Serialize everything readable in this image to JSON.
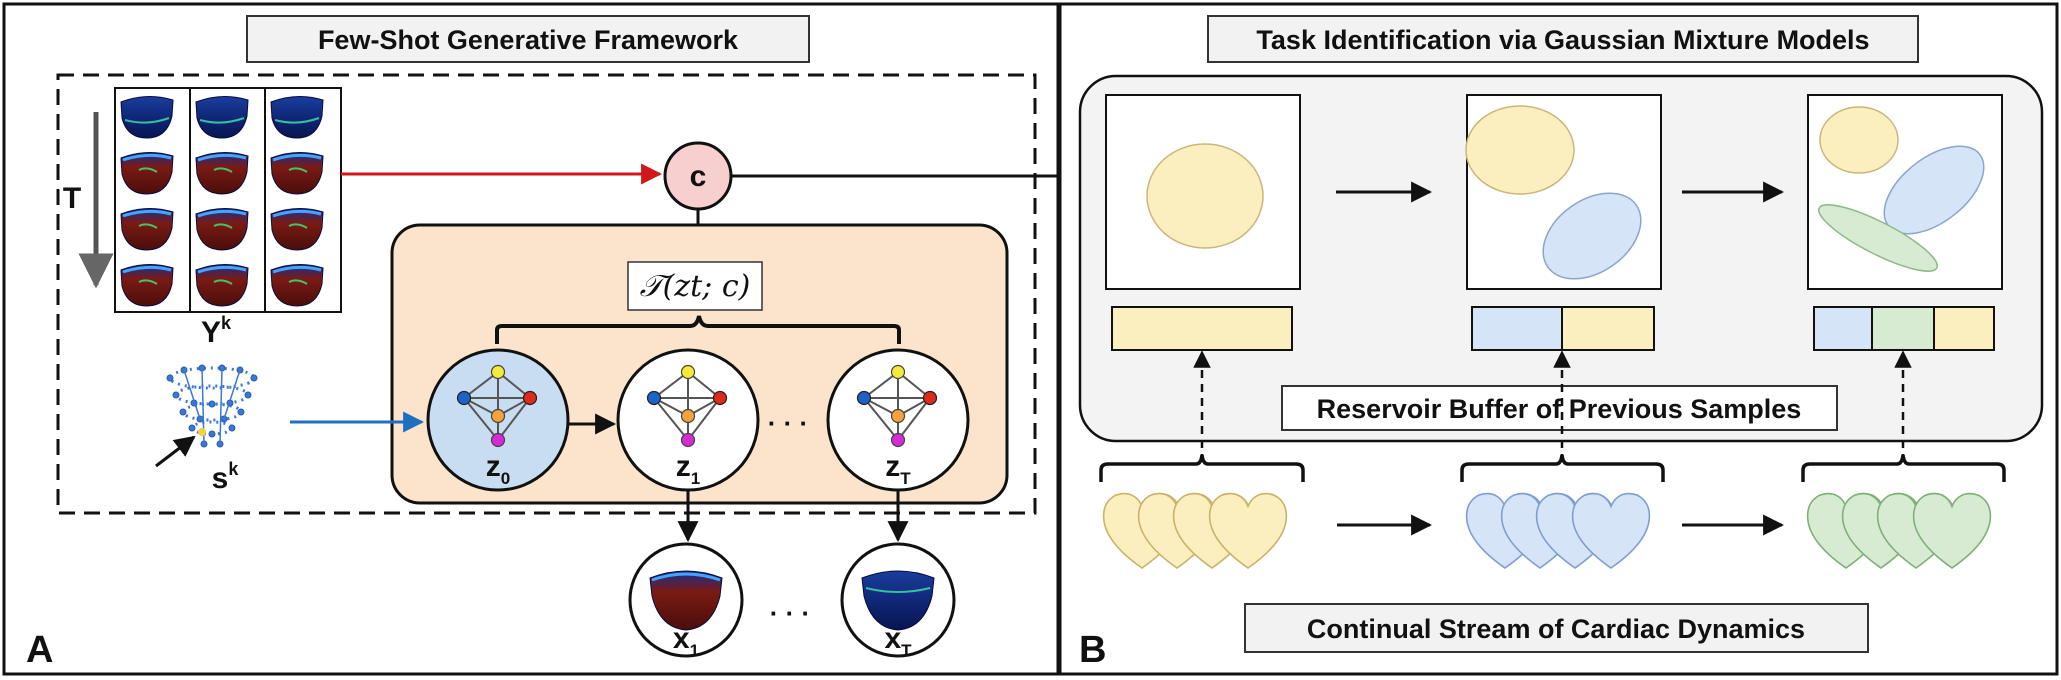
{
  "panel_a": {
    "letter": "A",
    "title": "Few-Shot Generative Framework",
    "time_label": "T",
    "y_label": "Y",
    "y_sup": "k",
    "s_label": "s",
    "s_sup": "k",
    "c_label": "c",
    "transition_label": "𝒯(zt; c)",
    "z_nodes": [
      {
        "base": "z",
        "sub": "0"
      },
      {
        "base": "z",
        "sub": "1"
      },
      {
        "base": "z",
        "sub": "T"
      }
    ],
    "x_nodes": [
      {
        "base": "x",
        "sub": "1"
      },
      {
        "base": "x",
        "sub": "T"
      }
    ],
    "ellipsis": "· · ·",
    "colors": {
      "c_node": "#f7cfcf",
      "transition_box": "#fbe3cc",
      "z0_fill": "#c9ddf2",
      "red_arrow": "#d01818",
      "blue_arrow": "#1f6fc0"
    }
  },
  "panel_b": {
    "letter": "B",
    "title": "Task Identification via Gaussian Mixture Models",
    "buffer_label": "Reservoir Buffer of Previous Samples",
    "stream_label": "Continual Stream of Cardiac Dynamics",
    "colors": {
      "yellow": "#fbeebf",
      "blue": "#d6e4f7",
      "green": "#d6ebd2"
    }
  }
}
